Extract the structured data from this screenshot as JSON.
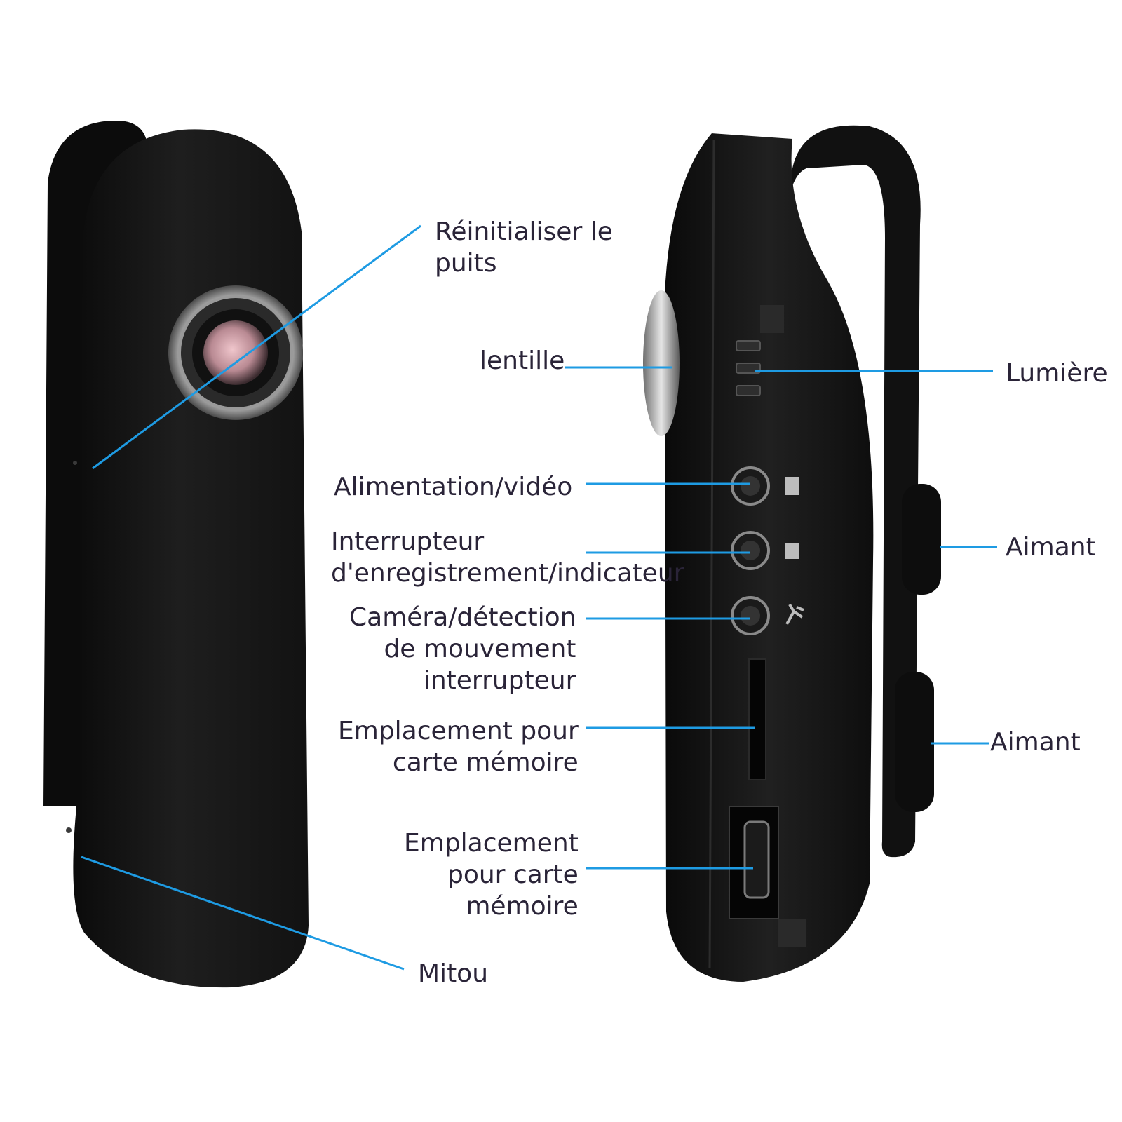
{
  "colors": {
    "leader_line": "#1e9be3",
    "device_body": "#141414",
    "label_text": "#2a2438"
  },
  "labels": {
    "reset": {
      "line1": "Réinitialiser le",
      "line2": "puits"
    },
    "lens": "lentille",
    "light": "Lumière",
    "power": "Alimentation/vidéo",
    "record": {
      "line1": "Interrupteur",
      "line2": "d'enregistrement/indicateur"
    },
    "camera": {
      "line1": "Caméra/détection",
      "line2": "de mouvement",
      "line3": "interrupteur"
    },
    "magnet_top": "Aimant",
    "magnet_bottom": "Aimant",
    "card_slot": {
      "line1": "Emplacement pour",
      "line2": "carte mémoire"
    },
    "usb_slot": {
      "line1": "Emplacement",
      "line2": "pour carte",
      "line3": "mémoire"
    },
    "mic": "Mitou"
  },
  "icons": [
    "camera-lens-icon",
    "led-indicator-icon",
    "power-button-icon",
    "record-button-icon",
    "motion-button-icon",
    "runner-icon",
    "usb-port-icon"
  ]
}
